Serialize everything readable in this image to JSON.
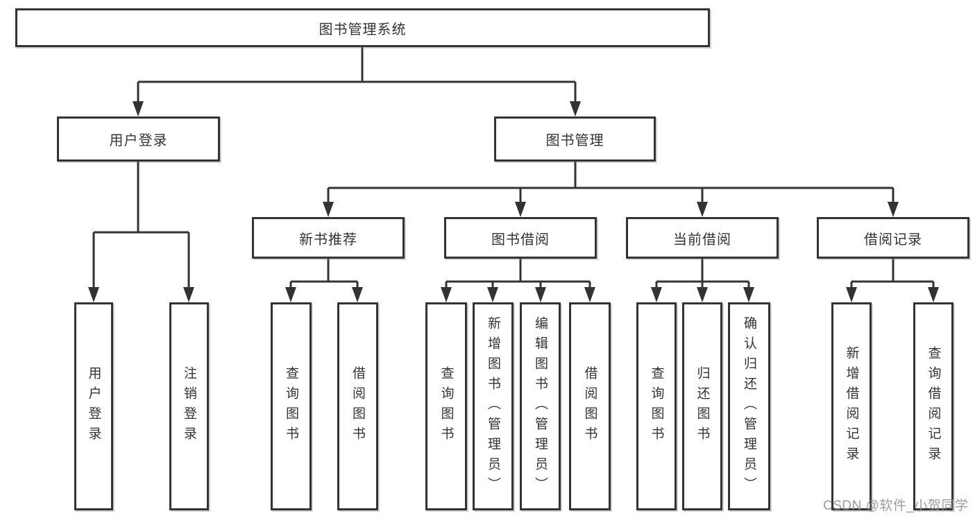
{
  "root": {
    "label": "图书管理系统"
  },
  "level2": [
    {
      "label": "用户登录",
      "leaves": [
        "用户登录",
        "注销登录"
      ]
    },
    {
      "label": "图书管理",
      "children": [
        {
          "label": "新书推荐",
          "leaves": [
            "查询图书",
            "借阅图书"
          ]
        },
        {
          "label": "图书借阅",
          "leaves": [
            "查询图书",
            "新增图书（管理员）",
            "编辑图书（管理员）",
            "借阅图书"
          ]
        },
        {
          "label": "当前借阅",
          "leaves": [
            "查询图书",
            "归还图书",
            "确认归还（管理员）"
          ]
        },
        {
          "label": "借阅记录",
          "leaves": [
            "新增借阅记录",
            "查询借阅记录"
          ]
        }
      ]
    }
  ],
  "watermark": "CSDN @软件_小贺同学",
  "colors": {
    "line": "#333333",
    "box_border": "#333333",
    "box_fill": "#ffffff",
    "text": "#333333",
    "watermark": "#919191"
  }
}
